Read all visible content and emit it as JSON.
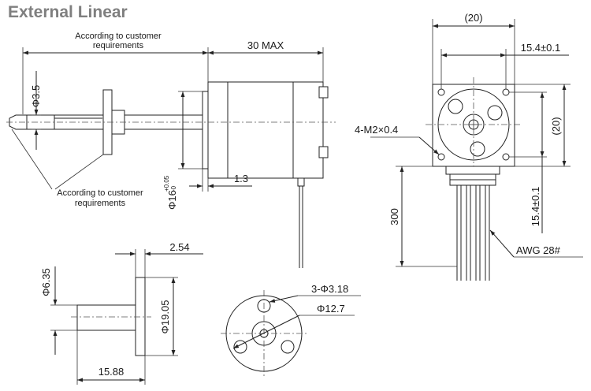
{
  "title": "External Linear",
  "side_view": {
    "note_top": [
      "According to customer",
      "requirements"
    ],
    "note_bottom": [
      "According to customer",
      "requirements"
    ],
    "dim_body_length": "30 MAX",
    "dim_screw_dia": "Φ3.5",
    "dim_pilot_dia": "Φ16",
    "tol_upper": "+0.05",
    "tol_lower": "-0",
    "dim_pilot_depth": "1.3"
  },
  "front_view": {
    "dim_width": "(20)",
    "dim_hole_spacing_h": "15.4±0.1",
    "dim_height": "(20)",
    "dim_hole_spacing_v": "15.4±0.1",
    "screw_holes": "4-M2×0.4",
    "lead_length": "300",
    "wire_gauge": "AWG 28#"
  },
  "nut_side": {
    "dim_flange_thickness": "2.54",
    "dim_shaft_dia": "Φ6.35",
    "dim_flange_dia": "Φ19.05",
    "dim_length": "15.88"
  },
  "nut_front": {
    "dim_holes": "3-Φ3.18",
    "dim_bolt_circle": "Φ12.7"
  }
}
